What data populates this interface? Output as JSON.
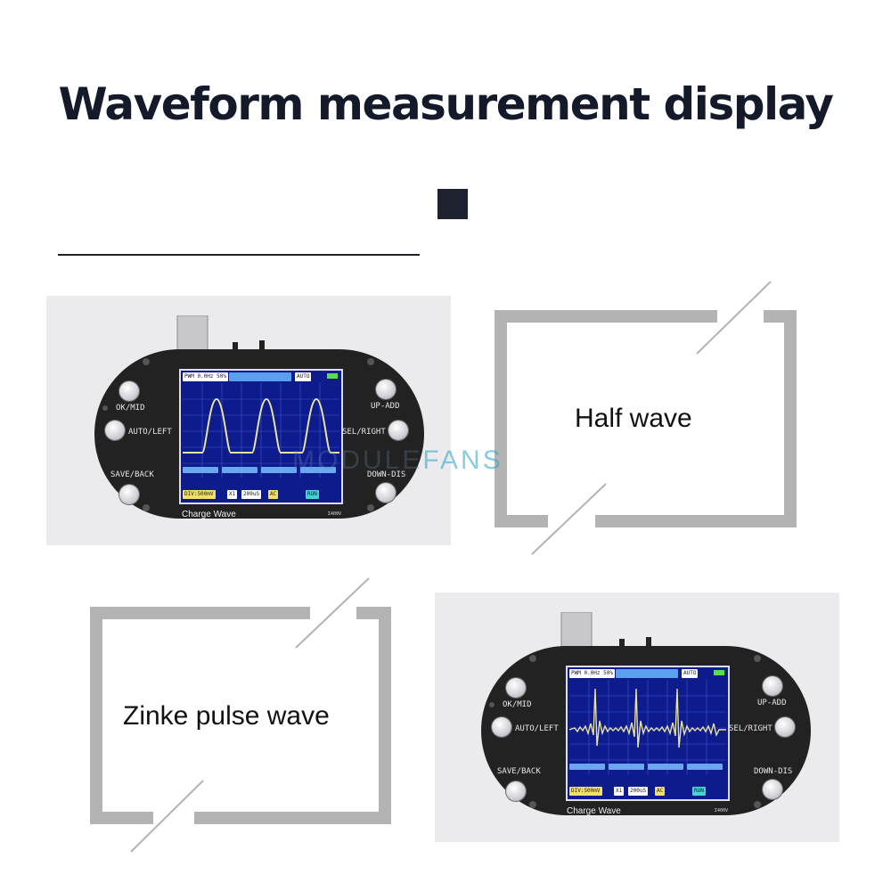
{
  "page": {
    "title": "Waveform measurement display"
  },
  "watermark": {
    "part1": "MODULE",
    "part2": "FANS"
  },
  "sections": [
    {
      "caption": "Half wave"
    },
    {
      "caption": "Zinke pulse wave"
    }
  ],
  "device": {
    "buttons_left": [
      "OK/MID",
      "AUTO/LEFT",
      "SAVE/BACK"
    ],
    "buttons_right": [
      "UP-ADD",
      "SEL/RIGHT",
      "DOWN-DIS"
    ],
    "brand_text": "Charge Wave",
    "voltage_text": "Σ400V",
    "screen": {
      "top_left": "PWM 0.0Hz 50%",
      "top_mode": "AUTO",
      "bottom_div": "DIV:500mV",
      "bottom_probe": "X1",
      "bottom_time": "200uS",
      "bottom_coupling": "AC",
      "bottom_run": "RUN"
    }
  },
  "colors": {
    "title": "#141a2a",
    "panel_bg": "#ebebed",
    "frame": "#b3b3b3",
    "screen_bg": "#0d1b8c",
    "trace": "#e9e2a2",
    "device_body": "#222222"
  }
}
